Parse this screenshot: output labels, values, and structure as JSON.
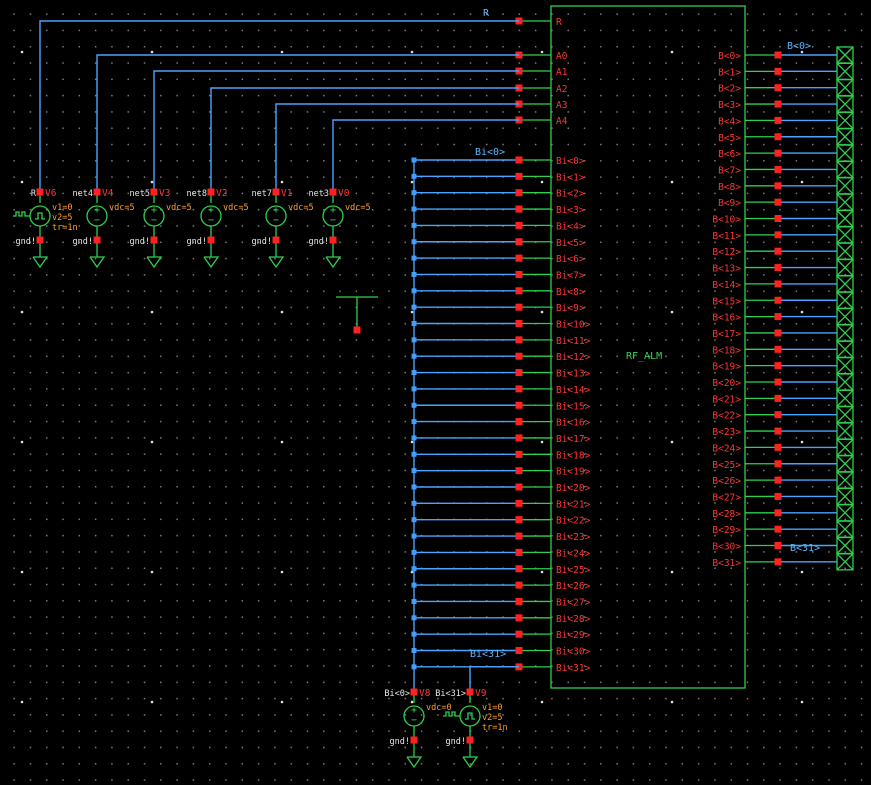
{
  "schematic": {
    "cell_name": "RF_ALM",
    "left_pins": {
      "control": [
        "R",
        "A0",
        "A1",
        "A2",
        "A3",
        "A4"
      ],
      "bi": [
        "Bi<0>",
        "Bi<1>",
        "Bi<2>",
        "Bi<3>",
        "Bi<4>",
        "Bi<5>",
        "Bi<6>",
        "Bi<7>",
        "Bi<8>",
        "Bi<9>",
        "Bi<10>",
        "Bi<11>",
        "Bi<12>",
        "Bi<13>",
        "Bi<14>",
        "Bi<15>",
        "Bi<16>",
        "Bi<17>",
        "Bi<18>",
        "Bi<19>",
        "Bi<20>",
        "Bi<21>",
        "Bi<22>",
        "Bi<23>",
        "Bi<24>",
        "Bi<25>",
        "Bi<26>",
        "Bi<27>",
        "Bi<28>",
        "Bi<29>",
        "Bi<30>",
        "Bi<31>"
      ]
    },
    "right_pins": [
      "B<0>",
      "B<1>",
      "B<2>",
      "B<3>",
      "B<4>",
      "B<5>",
      "B<6>",
      "B<7>",
      "B<8>",
      "B<9>",
      "B<10>",
      "B<11>",
      "B<12>",
      "B<13>",
      "B<14>",
      "B<15>",
      "B<16>",
      "B<17>",
      "B<18>",
      "B<19>",
      "B<20>",
      "B<21>",
      "B<22>",
      "B<23>",
      "B<24>",
      "B<25>",
      "B<26>",
      "B<27>",
      "B<28>",
      "B<29>",
      "B<30>",
      "B<31>"
    ],
    "wire_labels": {
      "r": "R",
      "bi_top": "Bi<0>",
      "bi_bottom": "Bi<31>",
      "b_top": "B<0>",
      "b_bottom": "B<31>"
    },
    "sources_top": [
      {
        "net": "R",
        "name": "V6",
        "params": [
          "v1=0",
          "v2=5",
          "tr=1n"
        ],
        "gnd": "gnd!",
        "pulse": true
      },
      {
        "net": "net4",
        "name": "V4",
        "params": [
          "vdc=5"
        ],
        "gnd": "gnd!",
        "pulse": false
      },
      {
        "net": "net5",
        "name": "V3",
        "params": [
          "vdc=5"
        ],
        "gnd": "gnd!",
        "pulse": false
      },
      {
        "net": "net8",
        "name": "V2",
        "params": [
          "vdc=5"
        ],
        "gnd": "gnd!",
        "pulse": false
      },
      {
        "net": "net7",
        "name": "V1",
        "params": [
          "vdc=5"
        ],
        "gnd": "gnd!",
        "pulse": false
      },
      {
        "net": "net3",
        "name": "V0",
        "params": [
          "vdc=5"
        ],
        "gnd": "gnd!",
        "pulse": false
      }
    ],
    "sources_bottom": [
      {
        "net": "Bi<0>",
        "name": "V8",
        "params": [
          "vdc=0"
        ],
        "gnd": "gnd!",
        "pulse": false
      },
      {
        "net": "Bi<31>",
        "name": "V9",
        "params": [
          "v1=0",
          "v2=5",
          "tr=1n"
        ],
        "gnd": "gnd!",
        "pulse": true
      }
    ]
  },
  "colors": {
    "background": "#000000",
    "wire": "#4aa3ff",
    "symbol": "#2fcf4f",
    "pin": "#ff2020",
    "label_pin": "#ff3535",
    "label_param": "#ff9d2e"
  }
}
